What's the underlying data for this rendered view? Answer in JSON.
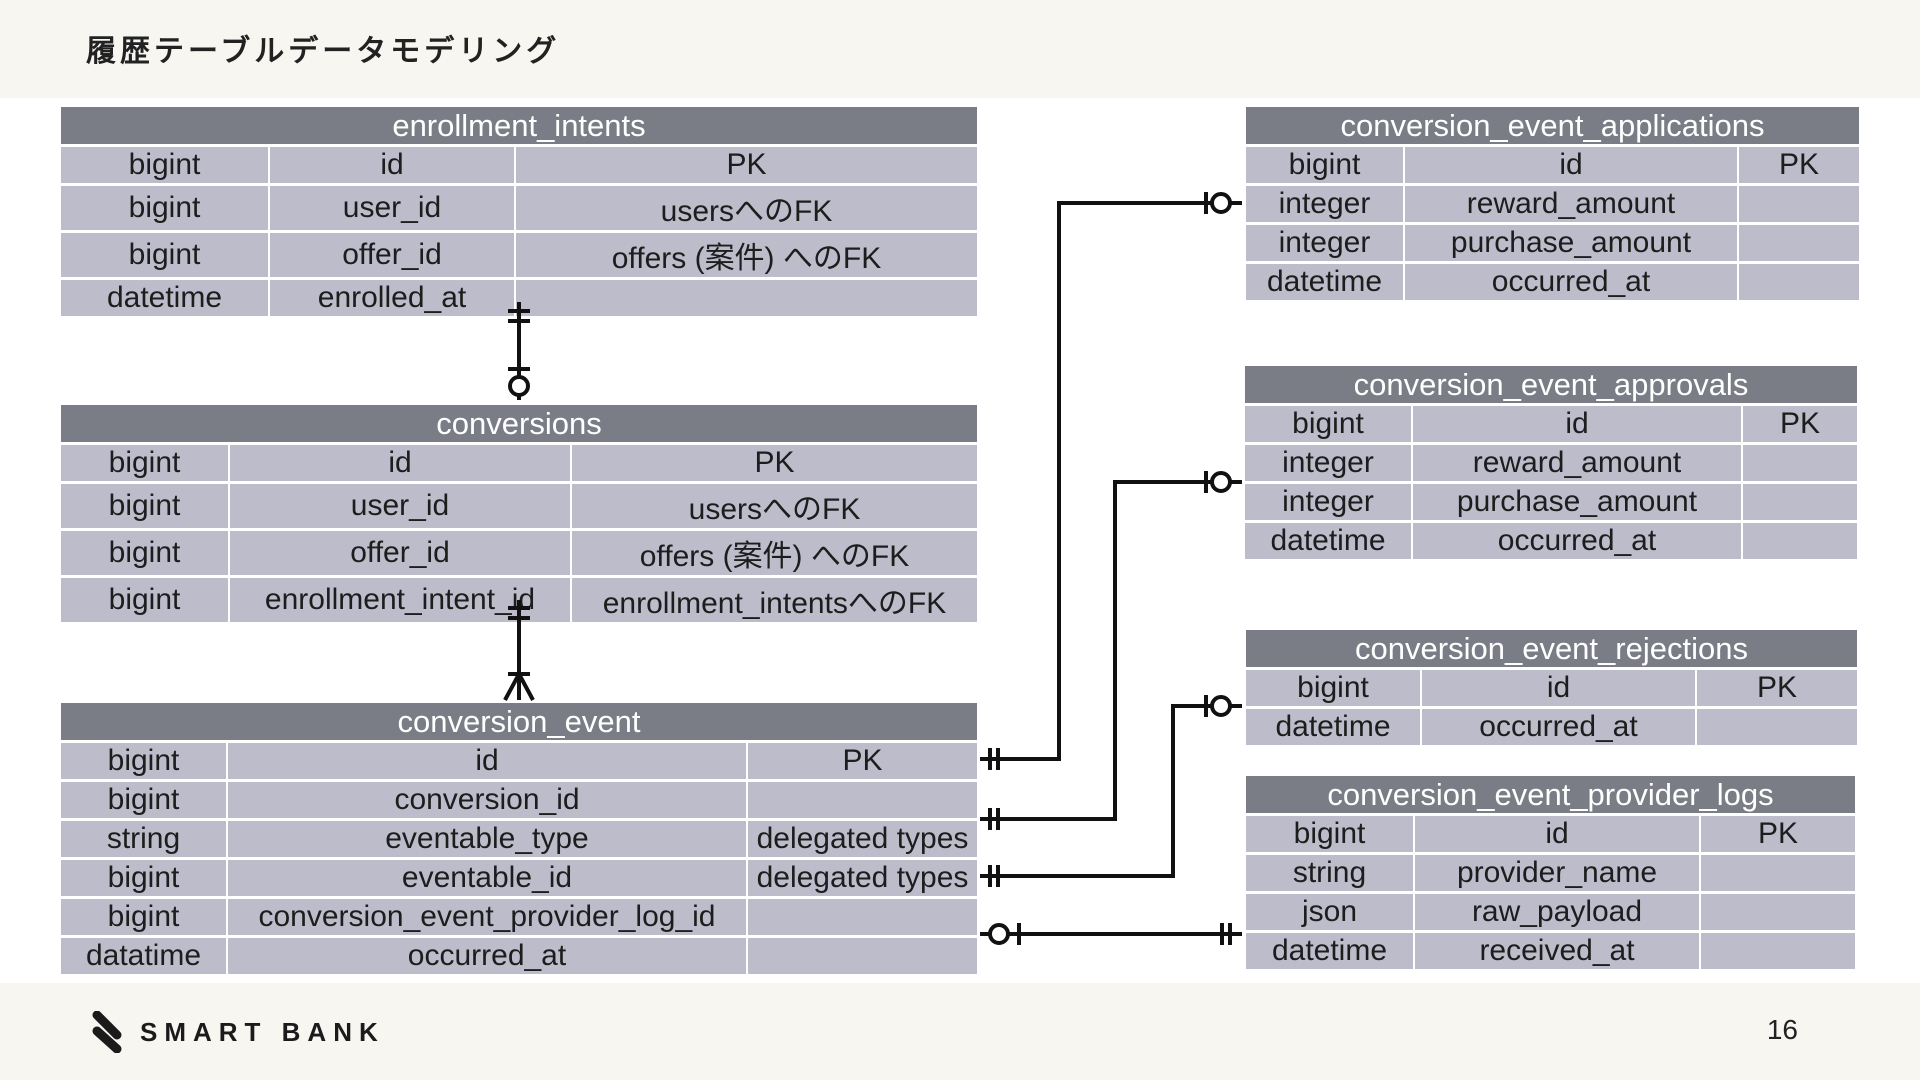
{
  "slide": {
    "title": "履歴テーブルデータモデリング",
    "page_number": "16"
  },
  "logo": {
    "name": "SMART BANK"
  },
  "colors": {
    "table_header": "#7a7d86",
    "table_body": "#bcbccb",
    "connector": "#111111",
    "band": "#f7f6f1"
  },
  "tables": [
    {
      "name": "enrollment_intents",
      "rows": [
        [
          "bigint",
          "id",
          "PK"
        ],
        [
          "bigint",
          "user_id",
          "usersへのFK"
        ],
        [
          "bigint",
          "offer_id",
          "offers (案件) へのFK"
        ],
        [
          "datetime",
          "enrolled_at",
          ""
        ]
      ]
    },
    {
      "name": "conversions",
      "rows": [
        [
          "bigint",
          "id",
          "PK"
        ],
        [
          "bigint",
          "user_id",
          "usersへのFK"
        ],
        [
          "bigint",
          "offer_id",
          "offers (案件) へのFK"
        ],
        [
          "bigint",
          "enrollment_intent_id",
          "enrollment_intentsへのFK"
        ]
      ]
    },
    {
      "name": "conversion_event",
      "rows": [
        [
          "bigint",
          "id",
          "PK"
        ],
        [
          "bigint",
          "conversion_id",
          ""
        ],
        [
          "string",
          "eventable_type",
          "delegated types"
        ],
        [
          "bigint",
          "eventable_id",
          "delegated types"
        ],
        [
          "bigint",
          "conversion_event_provider_log_id",
          ""
        ],
        [
          "datatime",
          "occurred_at",
          ""
        ]
      ]
    },
    {
      "name": "conversion_event_applications",
      "rows": [
        [
          "bigint",
          "id",
          "PK"
        ],
        [
          "integer",
          "reward_amount",
          ""
        ],
        [
          "integer",
          "purchase_amount",
          ""
        ],
        [
          "datetime",
          "occurred_at",
          ""
        ]
      ]
    },
    {
      "name": "conversion_event_approvals",
      "rows": [
        [
          "bigint",
          "id",
          "PK"
        ],
        [
          "integer",
          "reward_amount",
          ""
        ],
        [
          "integer",
          "purchase_amount",
          ""
        ],
        [
          "datetime",
          "occurred_at",
          ""
        ]
      ]
    },
    {
      "name": "conversion_event_rejections",
      "rows": [
        [
          "bigint",
          "id",
          "PK"
        ],
        [
          "datetime",
          "occurred_at",
          ""
        ]
      ]
    },
    {
      "name": "conversion_event_provider_logs",
      "rows": [
        [
          "bigint",
          "id",
          "PK"
        ],
        [
          "string",
          "provider_name",
          ""
        ],
        [
          "json",
          "raw_payload",
          ""
        ],
        [
          "datetime",
          "received_at",
          ""
        ]
      ]
    }
  ],
  "relationships": [
    {
      "from": "enrollment_intents",
      "to": "conversions",
      "from_cardinality": "exactly-one",
      "to_cardinality": "zero-or-one"
    },
    {
      "from": "conversions",
      "to": "conversion_event",
      "from_cardinality": "exactly-one",
      "to_cardinality": "one-or-many"
    },
    {
      "from": "conversion_event",
      "to": "conversion_event_applications",
      "from_cardinality": "exactly-one",
      "to_cardinality": "zero-or-one"
    },
    {
      "from": "conversion_event",
      "to": "conversion_event_approvals",
      "from_cardinality": "exactly-one",
      "to_cardinality": "zero-or-one"
    },
    {
      "from": "conversion_event",
      "to": "conversion_event_rejections",
      "from_cardinality": "exactly-one",
      "to_cardinality": "zero-or-one"
    },
    {
      "from": "conversion_event",
      "to": "conversion_event_provider_logs",
      "from_cardinality": "zero-or-one",
      "to_cardinality": "exactly-one"
    }
  ]
}
